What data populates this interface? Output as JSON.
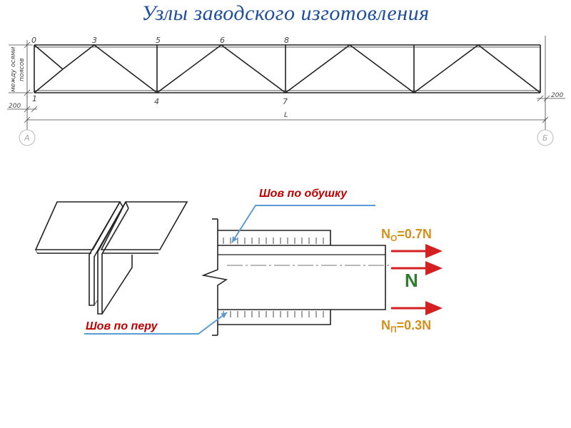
{
  "title": "Узлы заводского изготовления",
  "truss": {
    "node_labels": [
      "0",
      "3",
      "5",
      "6",
      "8",
      "1",
      "4",
      "7"
    ],
    "side_label_1": "между осями",
    "side_label_2": "поясов",
    "dim_left": "200",
    "dim_right": "200",
    "span_label": "L",
    "axis_left": "А",
    "axis_right": "Б"
  },
  "joint": {
    "label_top": "Шов по обушку",
    "label_bottom": "Шов по перу",
    "force_top": {
      "main": "N",
      "sub": "О",
      "value": "=0.7N"
    },
    "force_center": "N",
    "force_bottom": {
      "main": "N",
      "sub": "П",
      "value": "=0.3N"
    }
  },
  "colors": {
    "title": "#1f4e9c",
    "weld_label": "#c00000",
    "force_label": "#d4901a",
    "force_center": "#2e7d32",
    "arrow": "#d42020",
    "leader": "#5b9bd5"
  }
}
